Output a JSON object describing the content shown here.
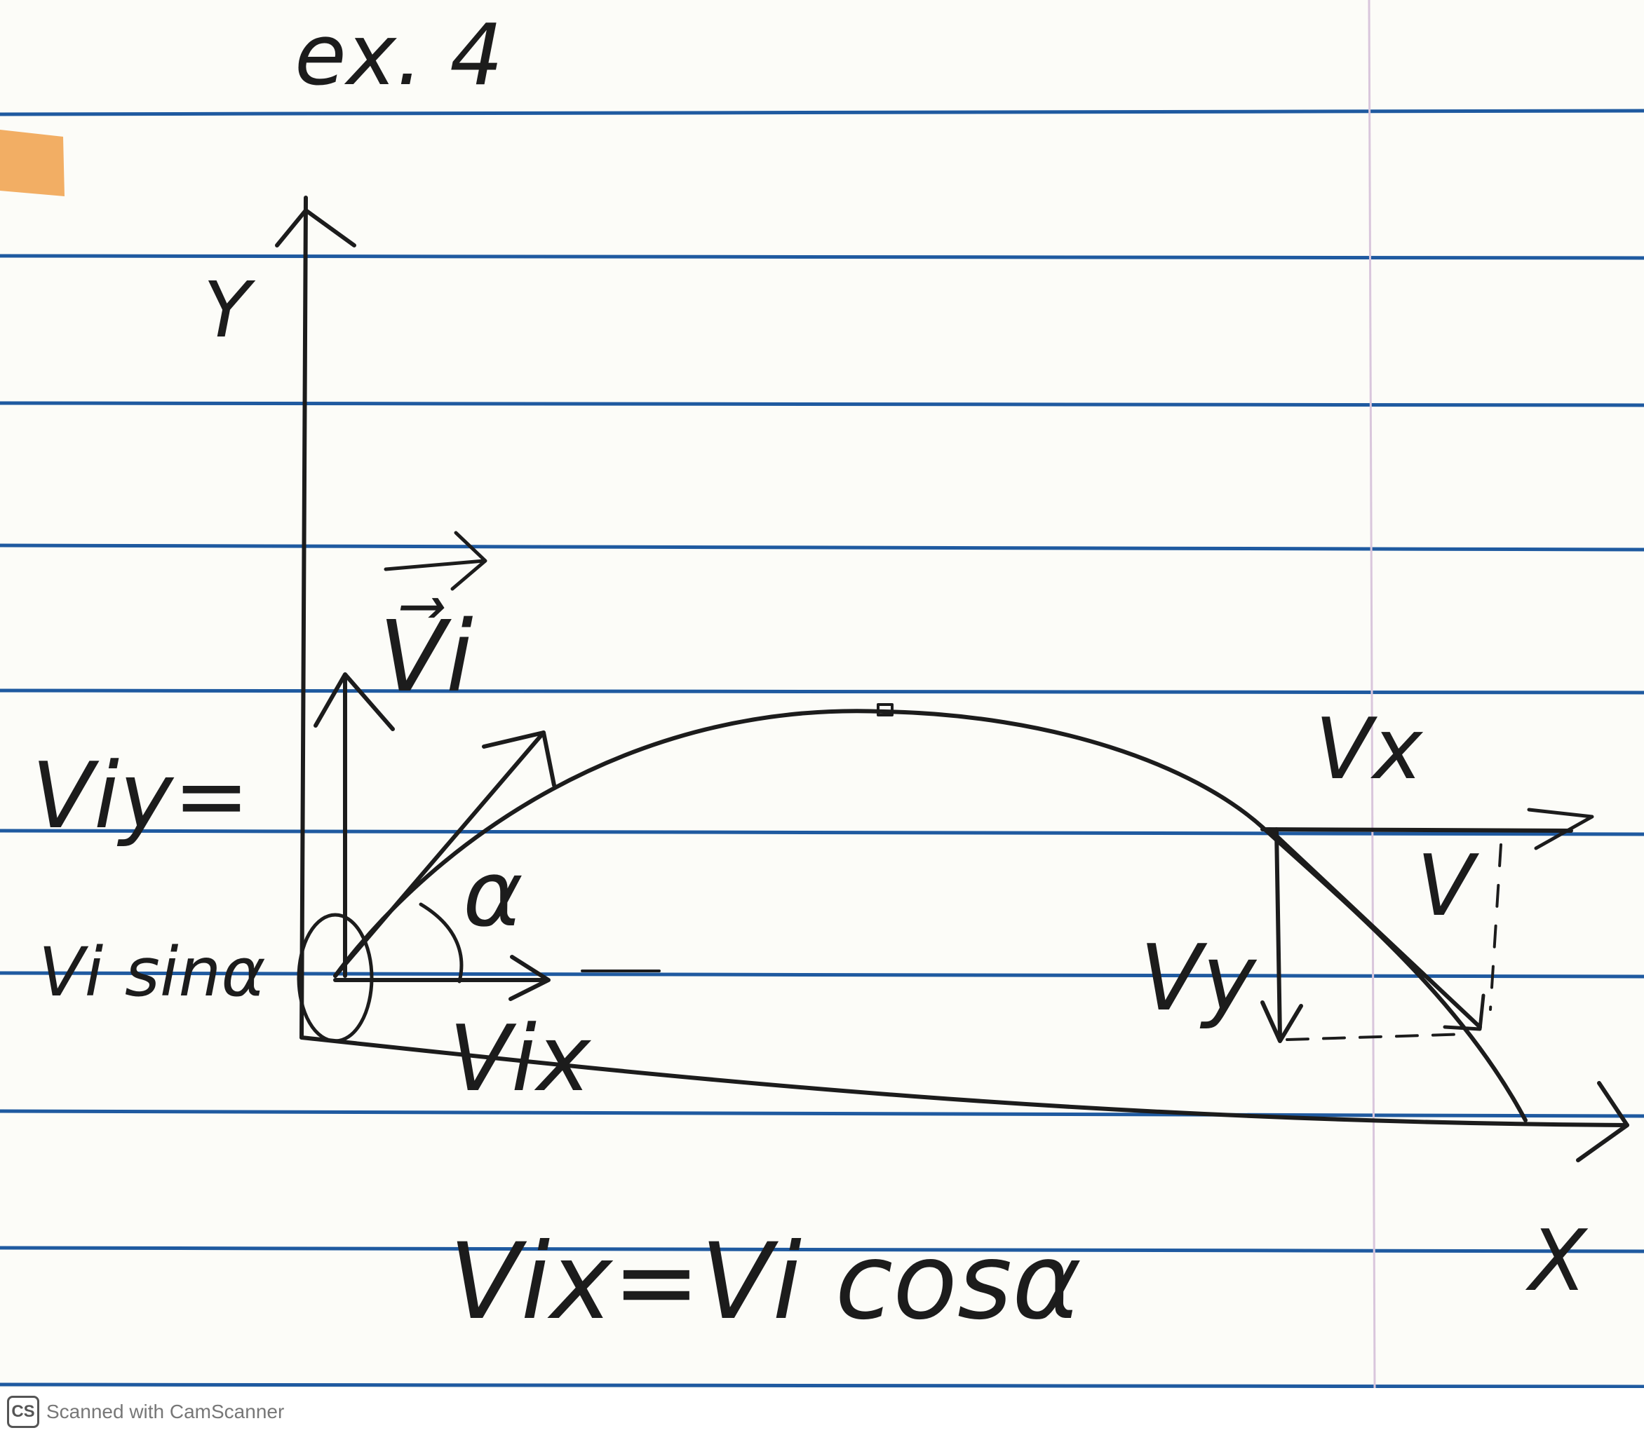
{
  "title": "ex. 4",
  "axes": {
    "y_label": "Y",
    "x_label": "X"
  },
  "labels": {
    "vi_vector": "V⃗i",
    "alpha": "α",
    "viy_prefix": "Viy=",
    "viy_value": "Vi sinα",
    "vix_under": "Vix",
    "vx_top": "Vx",
    "v_end": "V",
    "vy_end": "Vy",
    "vix_equation": "Vix=Vi cosα"
  },
  "colors": {
    "paper": "#fcfcf8",
    "rule_line": "#1f5aa0",
    "ink": "#1c1c1c",
    "tape": "#f0a04a"
  },
  "footer": {
    "logo": "CS",
    "text": "Scanned with CamScanner"
  }
}
